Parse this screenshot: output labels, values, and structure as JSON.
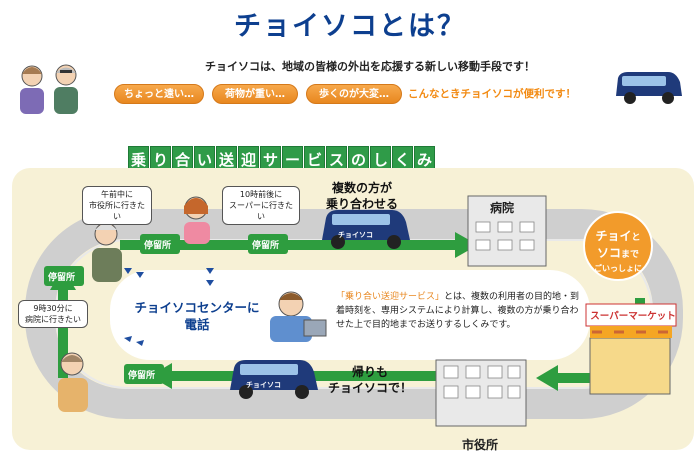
{
  "title": "チョイソコとは？",
  "intro": "チョイソコは、地域の皆様の外出を応援する新しい移動手段です！",
  "needs": [
    "ちょっと遠い…",
    "荷物が重い…",
    "歩くのが大変…"
  ],
  "needs_tagline": "こんなときチョイソコが便利です！",
  "banner_text": "乗り合い送迎サービスのしくみ",
  "van_logo": "チョイソコ",
  "bubbles": {
    "morning": "午前中に\n市役所に行きたい",
    "ten": "10時前後に\nスーパーに行きたい",
    "nine": "9時30分に\n病院に行きたい"
  },
  "stops": {
    "stop_label": "停留所"
  },
  "shared_ride_label": "複数の方が\n乗り合わせる",
  "return_label": "帰りも\nチョイソコで！",
  "center_label": "チョイソコセンターに\n電話",
  "description": {
    "quoted": "「乗り合い送迎サービス」",
    "body": "とは、複数の利用者の目的地・到着時刻を、専用システムにより計算し、複数の方が乗り合わせた上で目的地までお送りするしくみです。"
  },
  "badge": {
    "line1a": "チョイ",
    "line1b": "と",
    "line2a": "ソコ",
    "line2b": "まで",
    "line3": "ごいっしょに"
  },
  "buildings": {
    "hospital": "病院",
    "supermarket": "スーパーマーケット",
    "city_hall": "市役所"
  },
  "colors": {
    "title_blue": "#0d3f8f",
    "banner_green": "#2f9b48",
    "route_green": "#2e9d3f",
    "accent_orange": "#e8871f",
    "van_navy": "#1f3a7a"
  }
}
